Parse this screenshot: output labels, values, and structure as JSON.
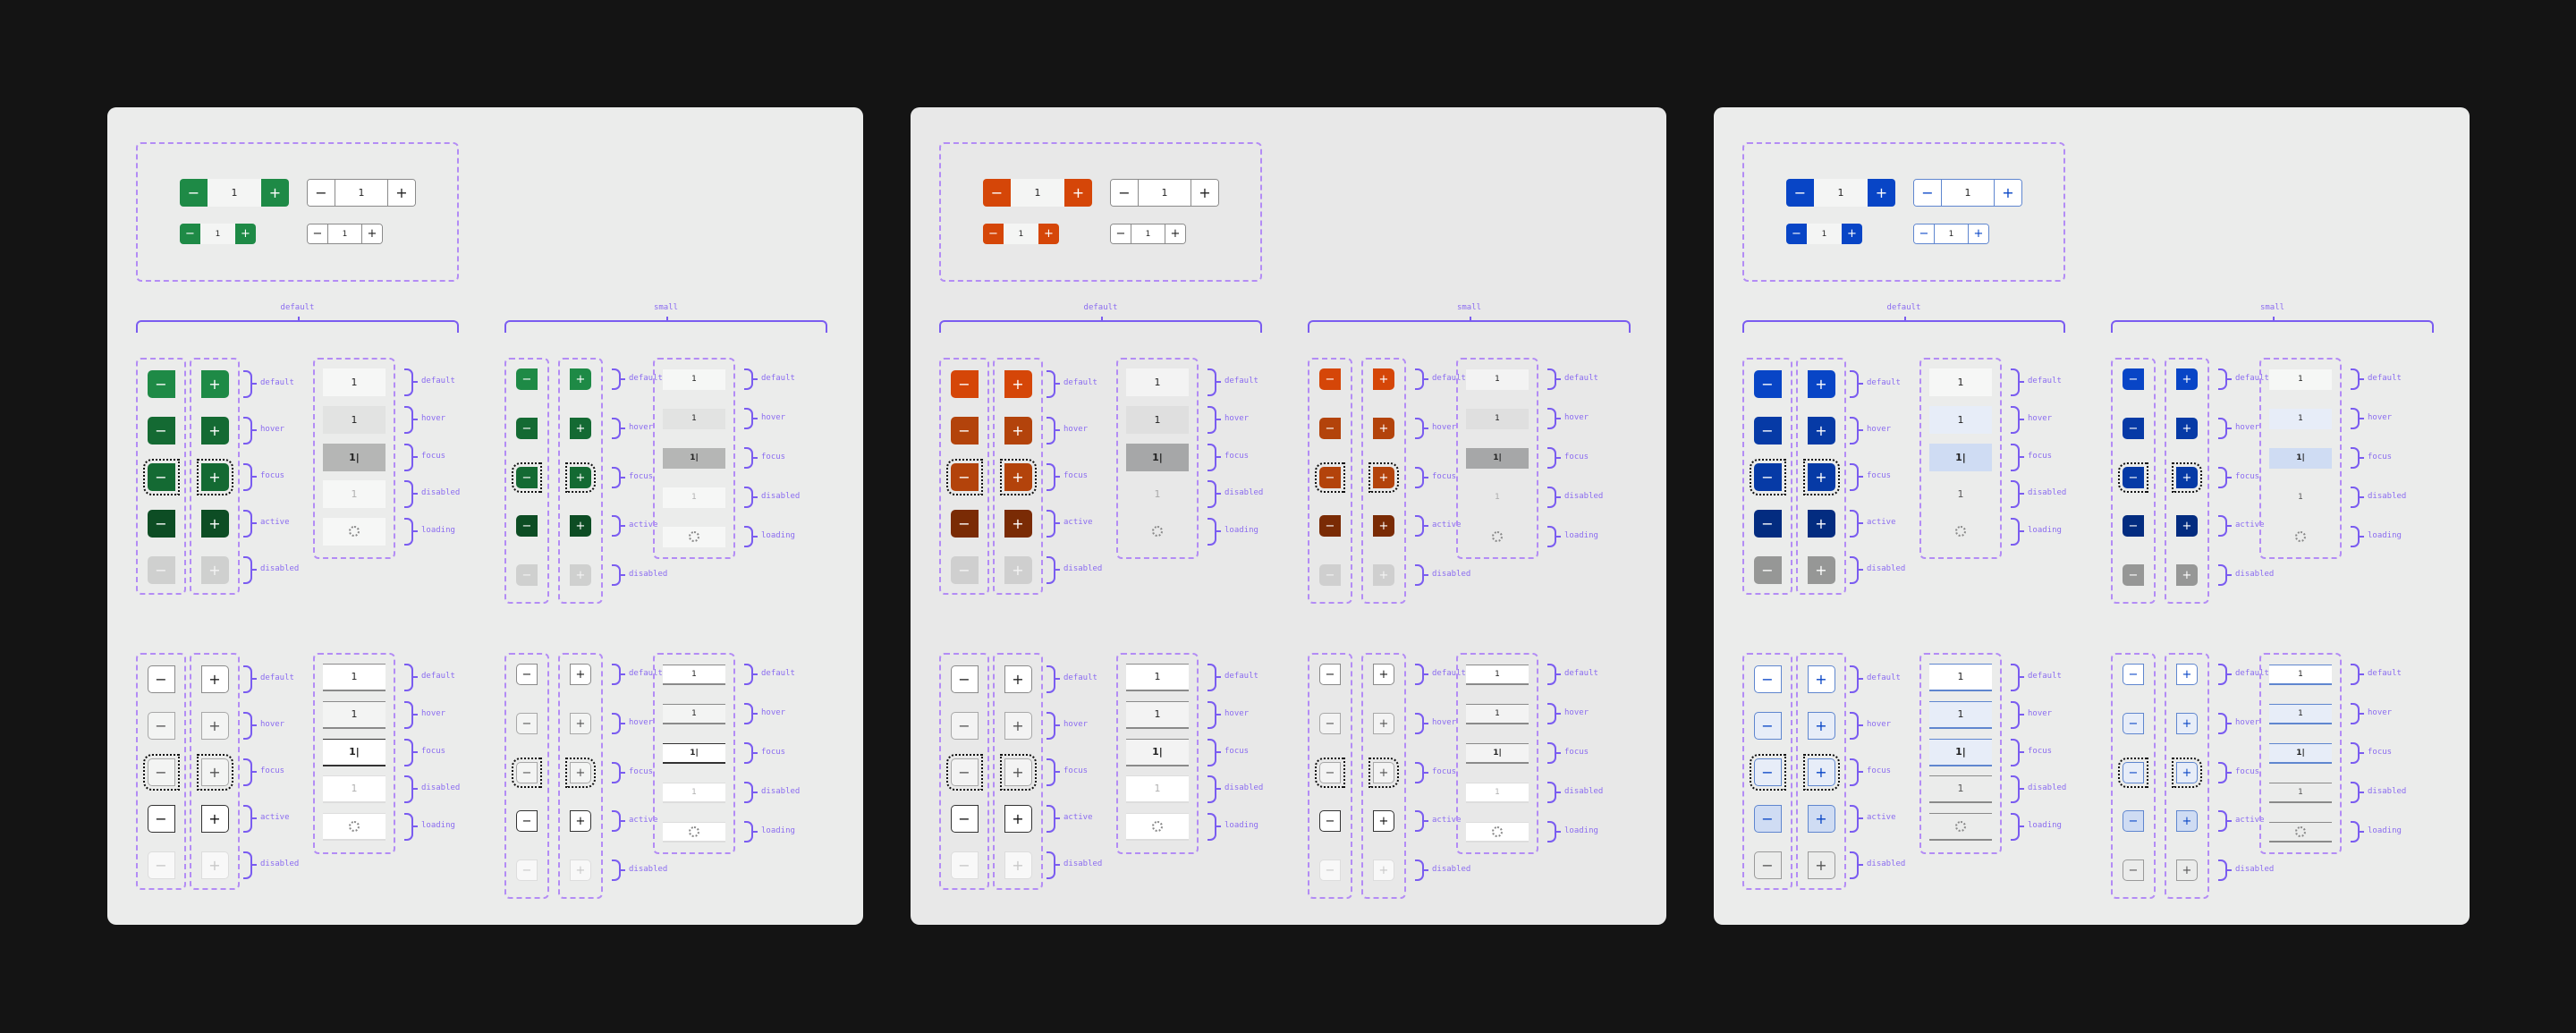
{
  "value": "1",
  "focus_value": "1|",
  "sections": [
    "default",
    "small"
  ],
  "button_states": [
    "default",
    "hover",
    "focus",
    "active",
    "disabled"
  ],
  "input_states": [
    "default",
    "hover",
    "focus",
    "disabled",
    "loading"
  ],
  "icons": {
    "minus": "−",
    "plus": "+",
    "spinner": "loading-spinner-icon"
  },
  "panels": [
    {
      "theme": "green",
      "background": "#ebeceb",
      "filled": {
        "btn": [
          "#1e8a46",
          "#146a33",
          "#146a33",
          "#0d4d24",
          "#cfd0cf"
        ],
        "btn_fg": [
          "#ffffff",
          "#ffffff",
          "#ffffff",
          "#ffffff",
          "#f4f4f4"
        ],
        "field": [
          "#f6f7f6",
          "#e2e3e2",
          "#b5b6b5",
          "#f6f7f6",
          "#f6f7f6"
        ],
        "field_fg": [
          "#222222",
          "#222222",
          "#222222",
          "#b0b0b0",
          "#888888"
        ],
        "field_border": [
          "none",
          "none",
          "none",
          "none",
          "none"
        ]
      },
      "outline": {
        "btn": [
          "#ffffff",
          "#f3f4f3",
          "#f3f4f3",
          "#ffffff",
          "#f8f8f8"
        ],
        "btn_fg": [
          "#222222",
          "#555555",
          "#555555",
          "#111111",
          "#c8c8c8"
        ],
        "btn_border": [
          "#8a8a8a",
          "#a8a8a8",
          "#a8a8a8",
          "#333333",
          "#dddddd"
        ],
        "field": [
          "#ffffff",
          "#f3f4f3",
          "#ffffff",
          "#ffffff",
          "#ffffff"
        ],
        "field_fg": [
          "#222222",
          "#222222",
          "#222222",
          "#b0b0b0",
          "#888888"
        ],
        "field_border": [
          "#8a8a8a",
          "#8a8a8a",
          "#333333",
          "#dddddd",
          "#dddddd"
        ]
      },
      "showcase_accent": "#1e8a46",
      "showcase_outline_fg": "#222222",
      "showcase_outline_border": "#8a8a8a"
    },
    {
      "theme": "orange",
      "background": "#e8e8e8",
      "filled": {
        "btn": [
          "#d54608",
          "#b3430b",
          "#b3430b",
          "#7a2b05",
          "#cfcfcf"
        ],
        "btn_fg": [
          "#ffffff",
          "#ffffff",
          "#ffffff",
          "#ffffff",
          "#f4f4f4"
        ],
        "field": [
          "#f3f3f3",
          "#dfdfdf",
          "#a6a7a8",
          "transparent",
          "transparent"
        ],
        "field_fg": [
          "#222222",
          "#222222",
          "#222222",
          "#aaaaaa",
          "#888888"
        ],
        "field_border": [
          "none",
          "none",
          "none",
          "none",
          "none"
        ]
      },
      "outline": {
        "btn": [
          "#ffffff",
          "#f3f3f3",
          "#f3f3f3",
          "#ffffff",
          "#f8f8f8"
        ],
        "btn_fg": [
          "#222222",
          "#555555",
          "#555555",
          "#111111",
          "#c8c8c8"
        ],
        "btn_border": [
          "#8a8a8a",
          "#a8a8a8",
          "#a8a8a8",
          "#333333",
          "#dddddd"
        ],
        "field": [
          "#ffffff",
          "#f3f3f3",
          "#f3f3f3",
          "#ffffff",
          "#ffffff"
        ],
        "field_fg": [
          "#222222",
          "#222222",
          "#222222",
          "#b0b0b0",
          "#888888"
        ],
        "field_border": [
          "#8a8a8a",
          "#8a8a8a",
          "#8a8a8a",
          "#dddddd",
          "#dddddd"
        ]
      },
      "showcase_accent": "#d54608",
      "showcase_outline_fg": "#222222",
      "showcase_outline_border": "#8a8a8a"
    },
    {
      "theme": "blue",
      "background": "#ebeceb",
      "filled": {
        "btn": [
          "#0845c6",
          "#063aa6",
          "#063aa6",
          "#032c80",
          "#969796"
        ],
        "btn_fg": [
          "#ffffff",
          "#ffffff",
          "#ffffff",
          "#ffffff",
          "#ffffff"
        ],
        "field": [
          "#f6f7f6",
          "#e7edf8",
          "#cfdcf3",
          "#ebeceb",
          "#ebeceb"
        ],
        "field_fg": [
          "#222222",
          "#222222",
          "#222222",
          "#555555",
          "#888888"
        ],
        "field_border": [
          "none",
          "none",
          "none",
          "none",
          "none"
        ]
      },
      "outline": {
        "btn": [
          "#ffffff",
          "#e7edf8",
          "#e7edf8",
          "#cfdcf3",
          "#ebeceb"
        ],
        "btn_fg": [
          "#0845c6",
          "#0845c6",
          "#0845c6",
          "#0845c6",
          "#555555"
        ],
        "btn_border": [
          "#5f86cf",
          "#5f86cf",
          "#5f86cf",
          "#5f86cf",
          "#9a9a9a"
        ],
        "field": [
          "#ffffff",
          "#e7edf8",
          "#e7edf8",
          "#ebeceb",
          "#ebeceb"
        ],
        "field_fg": [
          "#222222",
          "#222222",
          "#222222",
          "#555555",
          "#888888"
        ],
        "field_border": [
          "#5f86cf",
          "#5f86cf",
          "#5f86cf",
          "#8a8a8a",
          "#8a8a8a"
        ]
      },
      "showcase_accent": "#0845c6",
      "showcase_outline_fg": "#0845c6",
      "showcase_outline_border": "#5f86cf"
    }
  ],
  "annotation_color": "#8b6cf0",
  "dash_color": "#b38cf5"
}
